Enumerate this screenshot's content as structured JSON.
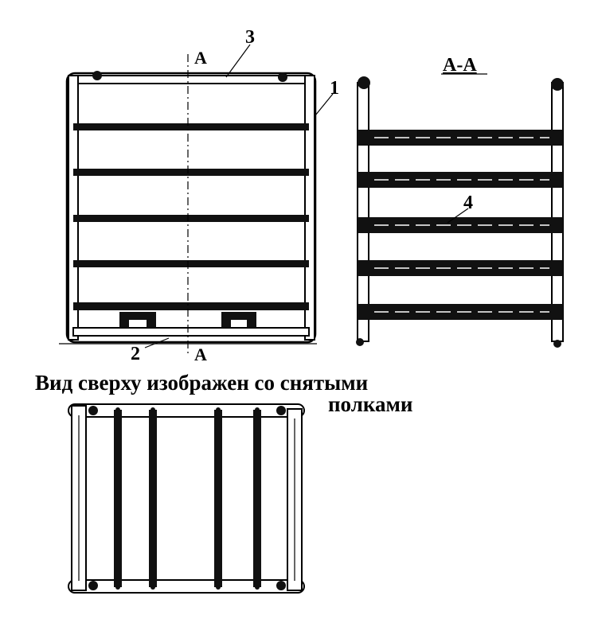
{
  "labels": {
    "part_1": "1",
    "part_2": "2",
    "part_3": "3",
    "part_4": "4",
    "section_mark_top": "А",
    "section_mark_bottom": "А",
    "section_title": "А-А"
  },
  "caption": {
    "line1": "Вид сверху изображен со снятыми",
    "line2": "полками"
  }
}
